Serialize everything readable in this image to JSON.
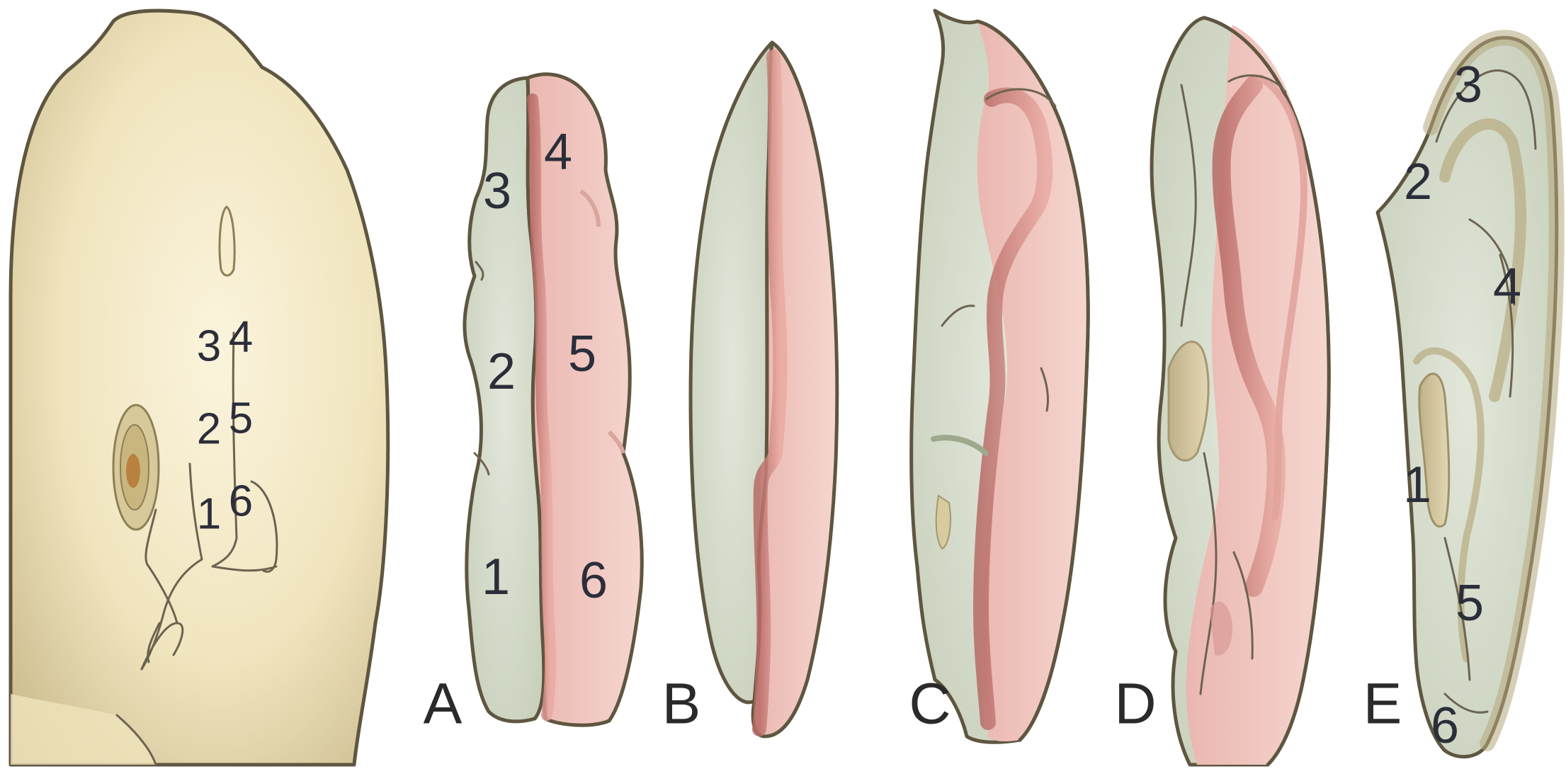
{
  "figure": {
    "embryo": {
      "hillocks_upper": [
        "3",
        "4"
      ],
      "hillocks_middle": [
        "2",
        "5"
      ],
      "hillocks_lower": [
        "1",
        "6"
      ]
    },
    "stages": [
      {
        "label": "A",
        "numbers": [
          "3",
          "2",
          "1",
          "4",
          "5",
          "6"
        ]
      },
      {
        "label": "B",
        "numbers": []
      },
      {
        "label": "C",
        "numbers": []
      },
      {
        "label": "D",
        "numbers": []
      },
      {
        "label": "E",
        "numbers": [
          "3",
          "2",
          "4",
          "1",
          "5",
          "6"
        ]
      }
    ],
    "colors": {
      "skin": "#f2e7c4",
      "mandibular_arch": "#d6dccd",
      "hyoid_arch": "#f0c9c2",
      "groove": "#c97a76",
      "outline": "#5f5640"
    }
  }
}
